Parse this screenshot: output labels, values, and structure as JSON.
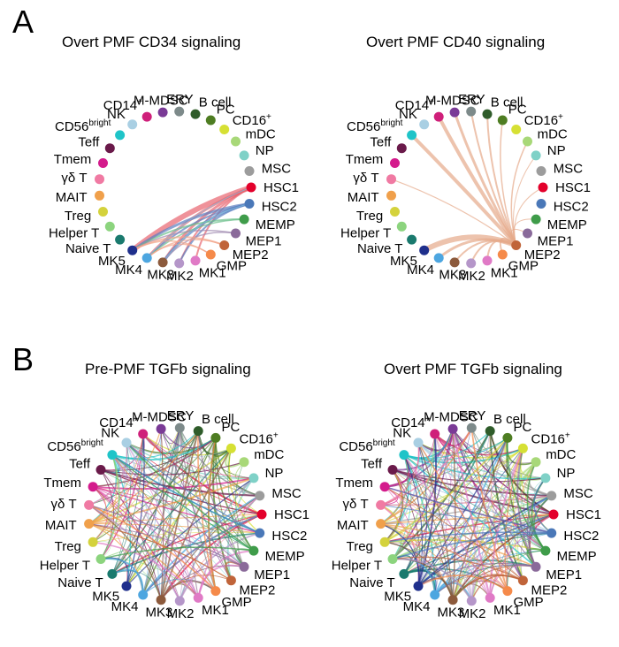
{
  "panel_labels": {
    "a": "A",
    "b": "B"
  },
  "titles": {
    "a_left": "Overt PMF CD34 signaling",
    "a_right": "Overt PMF CD40 signaling",
    "b_left": "Pre-PMF TGFb signaling",
    "b_right": "Overt PMF TGFb signaling"
  },
  "nodes": [
    {
      "id": "HSC1",
      "label": "HSC1",
      "sup": "",
      "color": "#e3002b"
    },
    {
      "id": "MSC",
      "label": "MSC",
      "sup": "",
      "color": "#9c9c9c"
    },
    {
      "id": "NP",
      "label": "NP",
      "sup": "",
      "color": "#7fd1c7"
    },
    {
      "id": "mDC",
      "label": "mDC",
      "sup": "",
      "color": "#a8d878"
    },
    {
      "id": "CD16",
      "label": "CD16",
      "sup": "+",
      "color": "#d6e034"
    },
    {
      "id": "PC",
      "label": "PC",
      "sup": "",
      "color": "#4e7d22"
    },
    {
      "id": "Bcell",
      "label": "B cell",
      "sup": "",
      "color": "#2f5c2a"
    },
    {
      "id": "ERY",
      "label": "ERY",
      "sup": "",
      "color": "#7d8a8a"
    },
    {
      "id": "MMDSC",
      "label": "M-MDSC",
      "sup": "",
      "color": "#7a3a96"
    },
    {
      "id": "CD14",
      "label": "CD14",
      "sup": "+",
      "color": "#cf1f7a"
    },
    {
      "id": "NK",
      "label": "NK",
      "sup": "",
      "color": "#a9cfe3"
    },
    {
      "id": "CD56",
      "label": "CD56",
      "sup": "bright",
      "color": "#1fc4c8"
    },
    {
      "id": "Teff",
      "label": "Teff",
      "sup": "",
      "color": "#6a1a4a"
    },
    {
      "id": "Tmem",
      "label": "Tmem",
      "sup": "",
      "color": "#d41b8c"
    },
    {
      "id": "gdT",
      "label": "γδ T",
      "sup": "",
      "color": "#f07aa3"
    },
    {
      "id": "MAIT",
      "label": "MAIT",
      "sup": "",
      "color": "#f0a04b"
    },
    {
      "id": "Treg",
      "label": "Treg",
      "sup": "",
      "color": "#d4d23c"
    },
    {
      "id": "HelperT",
      "label": "Helper T",
      "sup": "",
      "color": "#8cd47e"
    },
    {
      "id": "NaiveT",
      "label": "Naive T",
      "sup": "",
      "color": "#1a7a6e"
    },
    {
      "id": "MK5",
      "label": "MK5",
      "sup": "",
      "color": "#1f2f8c"
    },
    {
      "id": "MK4",
      "label": "MK4",
      "sup": "",
      "color": "#4da6e0"
    },
    {
      "id": "MK3",
      "label": "MK3",
      "sup": "",
      "color": "#8c5a3c"
    },
    {
      "id": "MK2",
      "label": "MK2",
      "sup": "",
      "color": "#b596c9"
    },
    {
      "id": "MK1",
      "label": "MK1",
      "sup": "",
      "color": "#e07ac6"
    },
    {
      "id": "GMP",
      "label": "GMP",
      "sup": "",
      "color": "#f58a4a"
    },
    {
      "id": "MEP2",
      "label": "MEP2",
      "sup": "",
      "color": "#c0643a"
    },
    {
      "id": "MEP1",
      "label": "MEP1",
      "sup": "",
      "color": "#8a6a9a"
    },
    {
      "id": "MEMP",
      "label": "MEMP",
      "sup": "",
      "color": "#3f9c4a"
    },
    {
      "id": "HSC2",
      "label": "HSC2",
      "sup": "",
      "color": "#4a78b8"
    }
  ],
  "networks": [
    {
      "key": "a_left",
      "edges": [
        {
          "source": "MK5",
          "target": "HSC1",
          "weight": 6,
          "color": "#e8646f"
        },
        {
          "source": "MK4",
          "target": "HSC1",
          "weight": 3,
          "color": "#e8646f"
        },
        {
          "source": "MK3",
          "target": "HSC1",
          "weight": 3,
          "color": "#e8646f"
        },
        {
          "source": "MK2",
          "target": "HSC1",
          "weight": 2,
          "color": "#e8646f"
        },
        {
          "source": "MK1",
          "target": "HSC1",
          "weight": 2,
          "color": "#e8646f"
        },
        {
          "source": "MK5",
          "target": "HSC2",
          "weight": 3,
          "color": "#5b7fc0"
        },
        {
          "source": "MK4",
          "target": "HSC2",
          "weight": 2,
          "color": "#5b7fc0"
        },
        {
          "source": "MK3",
          "target": "HSC2",
          "weight": 3,
          "color": "#5b7fc0"
        },
        {
          "source": "MK2",
          "target": "HSC2",
          "weight": 2,
          "color": "#5b7fc0"
        },
        {
          "source": "MK5",
          "target": "MEMP",
          "weight": 2,
          "color": "#6bbf8a"
        },
        {
          "source": "MK4",
          "target": "MEMP",
          "weight": 1.5,
          "color": "#6bbf8a"
        },
        {
          "source": "MK5",
          "target": "MEP1",
          "weight": 1.5,
          "color": "#a08ab0"
        },
        {
          "source": "MK3",
          "target": "MEP1",
          "weight": 1.5,
          "color": "#a08ab0"
        },
        {
          "source": "MK5",
          "target": "MEP2",
          "weight": 2,
          "color": "#f2a58a"
        },
        {
          "source": "MK4",
          "target": "MEP2",
          "weight": 1.5,
          "color": "#f2a58a"
        },
        {
          "source": "MK5",
          "target": "GMP",
          "weight": 1.5,
          "color": "#f2a58a"
        },
        {
          "source": "MK4",
          "target": "GMP",
          "weight": 1.5,
          "color": "#f2a58a"
        },
        {
          "source": "MK3",
          "target": "HSC2",
          "weight": 1,
          "color": "#7ac0e0"
        },
        {
          "source": "MK4",
          "target": "HSC1",
          "weight": 1,
          "color": "#7ac0e0"
        }
      ]
    },
    {
      "key": "a_right",
      "edges": [
        {
          "source": "MEP2",
          "target": "MK5",
          "weight": 6,
          "color": "#e6a98a"
        },
        {
          "source": "MEP2",
          "target": "MK4",
          "weight": 3,
          "color": "#e6a98a"
        },
        {
          "source": "MEP2",
          "target": "MK3",
          "weight": 2,
          "color": "#e6a98a"
        },
        {
          "source": "MEP2",
          "target": "MK2",
          "weight": 2,
          "color": "#e6a98a"
        },
        {
          "source": "MEP2",
          "target": "MK1",
          "weight": 2,
          "color": "#e6a98a"
        },
        {
          "source": "MEP2",
          "target": "GMP",
          "weight": 2,
          "color": "#e6a98a"
        },
        {
          "source": "MEP2",
          "target": "CD56",
          "weight": 4,
          "color": "#e6a98a"
        },
        {
          "source": "MEP2",
          "target": "CD14",
          "weight": 4,
          "color": "#e6a98a"
        },
        {
          "source": "MEP2",
          "target": "MMDSC",
          "weight": 3,
          "color": "#e6a98a"
        },
        {
          "source": "MEP2",
          "target": "ERY",
          "weight": 2,
          "color": "#e6a98a"
        },
        {
          "source": "MEP2",
          "target": "Bcell",
          "weight": 2,
          "color": "#e6a98a"
        },
        {
          "source": "MEP2",
          "target": "PC",
          "weight": 1.5,
          "color": "#e6a98a"
        },
        {
          "source": "MEP2",
          "target": "mDC",
          "weight": 1.5,
          "color": "#e6a98a"
        },
        {
          "source": "MEP2",
          "target": "gdT",
          "weight": 1.2,
          "color": "#e6a98a"
        },
        {
          "source": "MEP2",
          "target": "MEP1",
          "weight": 1,
          "color": "#e6a98a"
        },
        {
          "source": "MEP2",
          "target": "MEMP",
          "weight": 1,
          "color": "#e6a98a"
        },
        {
          "source": "MEP2",
          "target": "NP",
          "weight": 1,
          "color": "#e6a98a"
        },
        {
          "source": "MEP2",
          "target": "HSC1",
          "weight": 1,
          "color": "#e6a98a"
        }
      ]
    },
    {
      "key": "b_left",
      "edges": []
    },
    {
      "key": "b_right",
      "edges": []
    }
  ]
}
